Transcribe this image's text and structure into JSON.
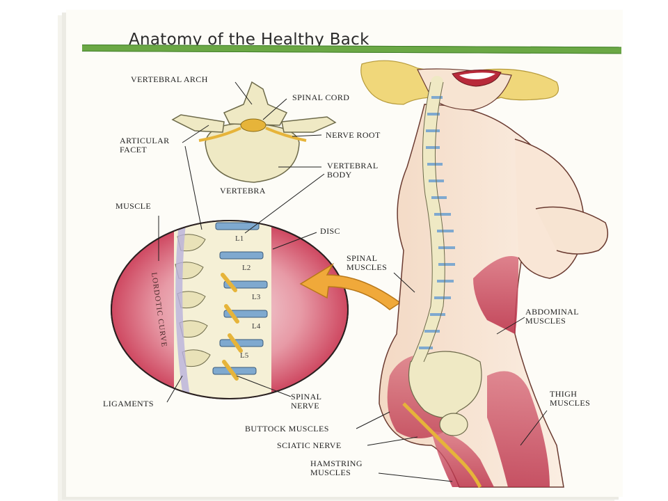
{
  "title": "Anatomy of the Healthy Back",
  "labels": {
    "vertebral_arch": "VERTEBRAL ARCH",
    "spinal_cord": "SPINAL CORD",
    "articular_facet": "ARTICULAR\nFACET",
    "nerve_root": "NERVE ROOT",
    "vertebral_body": "VERTEBRAL\nBODY",
    "vertebra": "VERTEBRA",
    "muscle": "MUSCLE",
    "disc": "DISC",
    "spinal_muscles": "SPINAL\nMUSCLES",
    "abdominal_muscles": "ABDOMINAL\nMUSCLES",
    "lordotic_curve": "LORDOTIC CURVE",
    "ligaments": "LIGAMENTS",
    "spinal_nerve": "SPINAL\nNERVE",
    "thigh_muscles": "THIGH\nMUSCLES",
    "buttock_muscles": "BUTTOCK MUSCLES",
    "sciatic_nerve": "SCIATIC NERVE",
    "hamstring_muscles": "HAMSTRING\nMUSCLES"
  },
  "levels": [
    "L1",
    "L2",
    "L3",
    "L4",
    "L5"
  ],
  "colors": {
    "title_rule": "#6ba845",
    "muscle": "#c8334f",
    "bone": "#efe9c4",
    "disc": "#7fa9cf",
    "nerve": "#e6b43a",
    "arrow": "#f0a93a",
    "skin": "#f7e4d2",
    "hair": "#f0d77a"
  }
}
